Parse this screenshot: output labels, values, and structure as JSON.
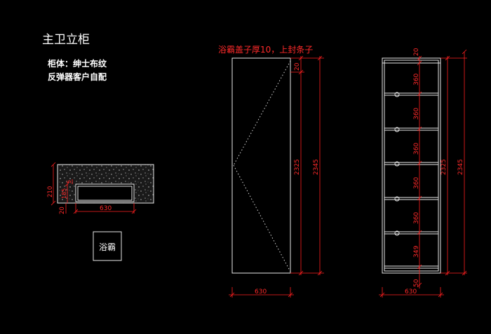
{
  "title": "主卫立柜",
  "notes": [
    "柜体：绅士布纹",
    "反弹器客户自配"
  ],
  "plan": {
    "label": "浴霸",
    "dims": {
      "depth": "210",
      "drawer_w": "630",
      "side": "20",
      "inner": "185",
      "gap": "5"
    }
  },
  "front": {
    "callout": "浴霸盖子厚10，上封条子",
    "dims": {
      "top": "20",
      "inner": "2325",
      "total": "2345",
      "width": "630"
    }
  },
  "side": {
    "dims": {
      "top": "20",
      "shelves": [
        "360",
        "360",
        "360",
        "360",
        "360",
        "349"
      ],
      "bottom": "50",
      "inner": "2325",
      "total": "2345",
      "width": "630"
    }
  },
  "colors": {
    "line": "#e8e8e8",
    "dim": "#ff2020",
    "bg": "#000000"
  }
}
